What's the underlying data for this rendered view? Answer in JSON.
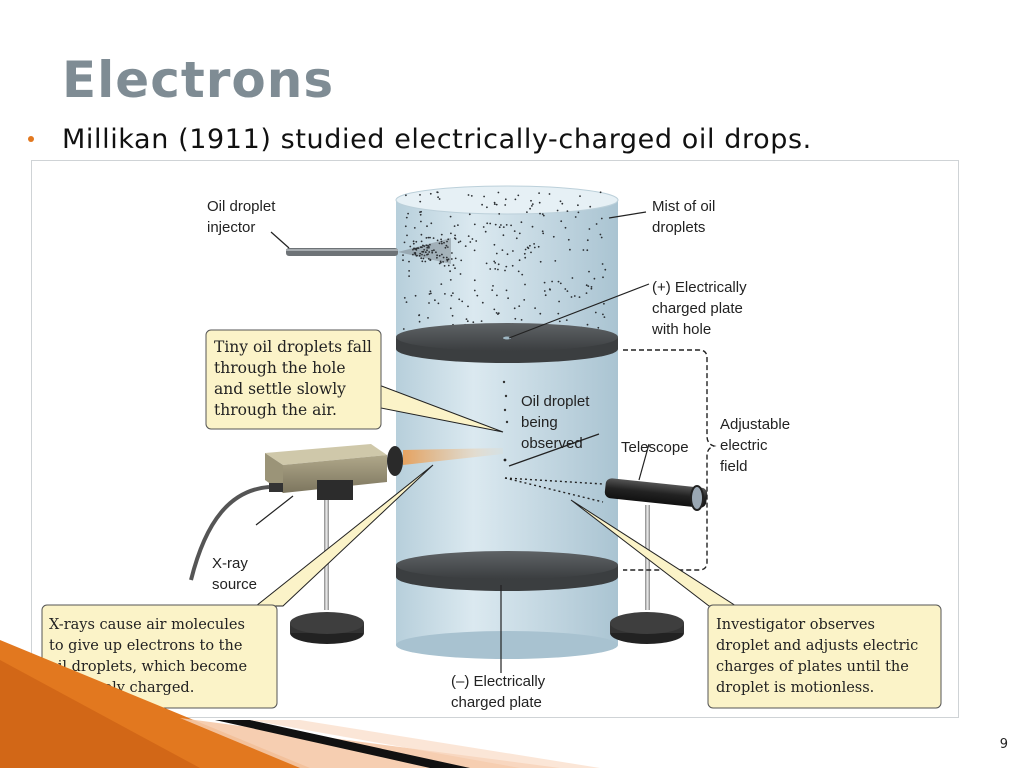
{
  "slide": {
    "title": "Electrons",
    "bullet": "Millikan (1911) studied electrically-charged oil drops.",
    "page_number": "9"
  },
  "figure": {
    "labels": {
      "oil_droplet_injector": [
        "Oil droplet",
        "injector"
      ],
      "mist": [
        "Mist of oil",
        "droplets"
      ],
      "positive_plate": [
        "(+) Electrically",
        "charged plate",
        "with hole"
      ],
      "observed_droplet": [
        "Oil droplet",
        "being",
        "observed"
      ],
      "telescope": "Telescope",
      "field": [
        "Adjustable",
        "electric",
        "field"
      ],
      "xray_source": [
        "X-ray",
        "source"
      ],
      "negative_plate": [
        "(–) Electrically",
        "charged plate"
      ]
    },
    "callouts": {
      "droplets_fall": [
        "Tiny oil droplets fall",
        "through the hole",
        "and settle slowly",
        "through the air."
      ],
      "xrays": [
        "X-rays cause air molecules",
        "to give up electrons to the",
        "oil droplets, which become",
        "negatively charged."
      ],
      "investigator": [
        "Investigator observes",
        "droplet and adjusts electric",
        "charges of plates until the",
        "droplet is motionless."
      ]
    },
    "colors": {
      "callout_fill": "#fbf3c8",
      "cylinder_fill": "#c9dde7",
      "plate_fill": "#55595c",
      "accent": "#e2781f"
    }
  }
}
